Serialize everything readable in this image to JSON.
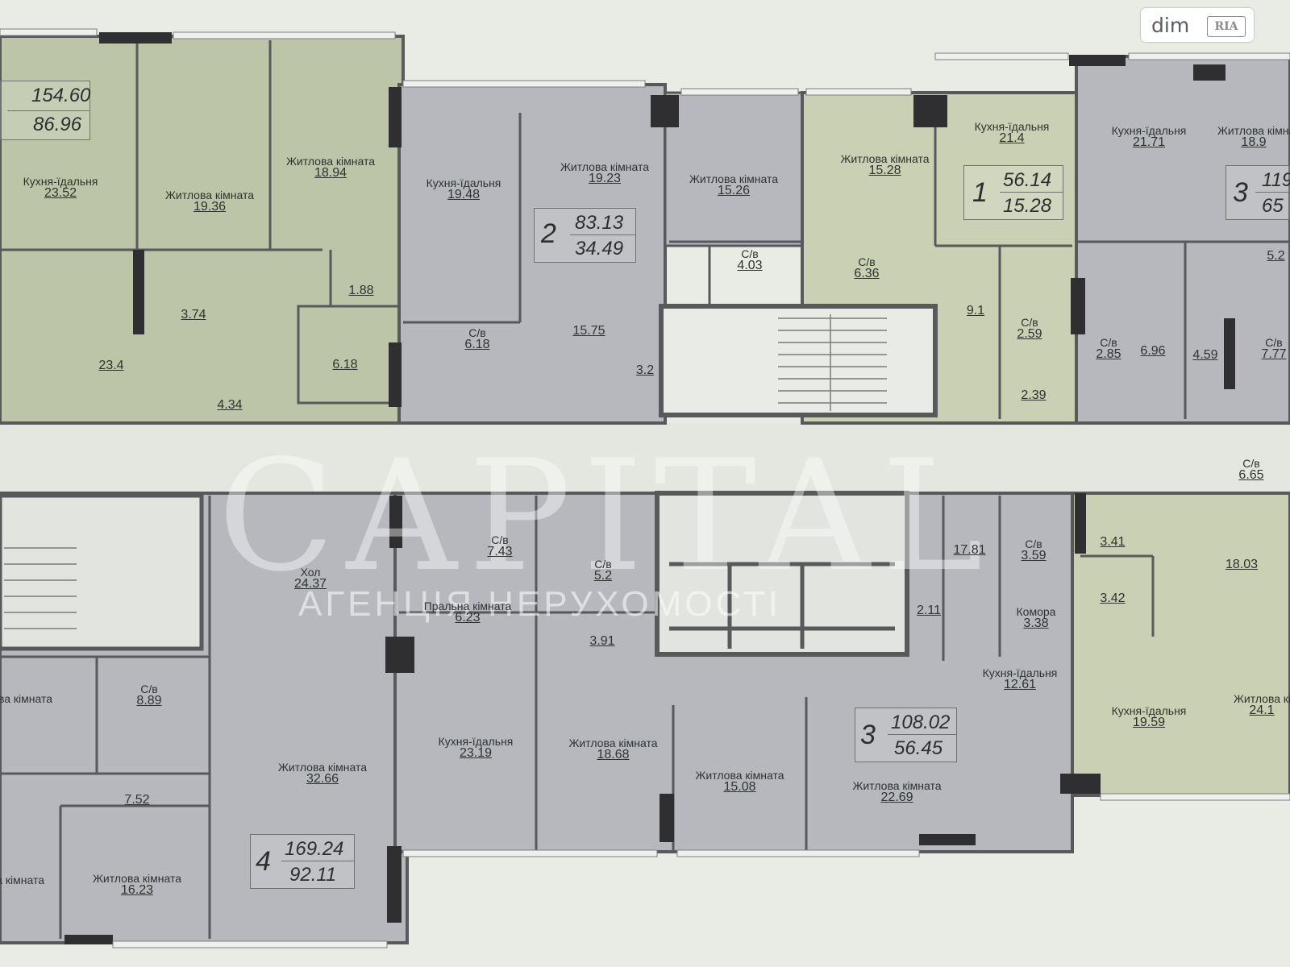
{
  "colors": {
    "background": "#e8ece5",
    "corridor": "#e3e7e0",
    "green_unit": "#bdc5a8",
    "grey_unit": "#b6b8bd",
    "green_light": "#c9d0b4",
    "wall": "#58595b",
    "column": "#2f2f31"
  },
  "logo": {
    "brand": "dim",
    "mark": "RIA"
  },
  "watermark": {
    "main": "CAPITAL",
    "sub": "АГЕНЦІЯ НЕРУХОМОСТІ"
  },
  "badges": [
    {
      "id": "apt-top-left",
      "rooms": "",
      "total": "154.60",
      "living": "86.96"
    },
    {
      "id": "apt-2",
      "rooms": "2",
      "total": "83.13",
      "living": "34.49"
    },
    {
      "id": "apt-1",
      "rooms": "1",
      "total": "56.14",
      "living": "15.28"
    },
    {
      "id": "apt-3-right",
      "rooms": "3",
      "total": "119",
      "living": "65"
    },
    {
      "id": "apt-3-bottom",
      "rooms": "3",
      "total": "108.02",
      "living": "56.45"
    },
    {
      "id": "apt-4",
      "rooms": "4",
      "total": "169.24",
      "living": "92.11"
    }
  ],
  "rooms": [
    {
      "name": "Кухня-їдальня",
      "area": "23.52"
    },
    {
      "name": "Житлова кімната",
      "area": "19.36"
    },
    {
      "name": "Житлова кімната",
      "area": "18.94"
    },
    {
      "name": "",
      "area": "3.74"
    },
    {
      "name": "",
      "area": "1.88"
    },
    {
      "name": "",
      "area": "23.4"
    },
    {
      "name": "",
      "area": "6.18"
    },
    {
      "name": "",
      "area": "4.34"
    },
    {
      "name": "Кухня-їдальня",
      "area": "19.48"
    },
    {
      "name": "Житлова кімната",
      "area": "19.23"
    },
    {
      "name": "Житлова кімната",
      "area": "15.26"
    },
    {
      "name": "С/в",
      "area": "4.03"
    },
    {
      "name": "С/в",
      "area": "6.36"
    },
    {
      "name": "",
      "area": "15.75"
    },
    {
      "name": "С/в",
      "area": "6.18"
    },
    {
      "name": "",
      "area": "3.2"
    },
    {
      "name": "Житлова кімната",
      "area": "15.28"
    },
    {
      "name": "Кухня-їдальня",
      "area": "21.4"
    },
    {
      "name": "",
      "area": "9.1"
    },
    {
      "name": "С/в",
      "area": "2.59"
    },
    {
      "name": "",
      "area": "2.39"
    },
    {
      "name": "Кухня-їдальня",
      "area": "21.71"
    },
    {
      "name": "Житлова кімната",
      "area": "18.9"
    },
    {
      "name": "С/в",
      "area": "2.85"
    },
    {
      "name": "",
      "area": "6.96"
    },
    {
      "name": "",
      "area": "4.59"
    },
    {
      "name": "С/в",
      "area": "7.77"
    },
    {
      "name": "",
      "area": "5.2"
    },
    {
      "name": "С/в",
      "area": "6.65"
    },
    {
      "name": "Хол",
      "area": "24.37"
    },
    {
      "name": "С/в",
      "area": "7.43"
    },
    {
      "name": "Пральна кімната",
      "area": "6.23"
    },
    {
      "name": "С/в",
      "area": "5.2"
    },
    {
      "name": "",
      "area": "3.91"
    },
    {
      "name": "",
      "area": "17.81"
    },
    {
      "name": "",
      "area": "2.11"
    },
    {
      "name": "С/в",
      "area": "3.59"
    },
    {
      "name": "Комора",
      "area": "3.38"
    },
    {
      "name": "",
      "area": "3.41"
    },
    {
      "name": "",
      "area": "3.42"
    },
    {
      "name": "",
      "area": "18.03"
    },
    {
      "name": "С/в",
      "area": "8.89"
    },
    {
      "name": "Кухня-їдальня",
      "area": "23.19"
    },
    {
      "name": "Житлова кімната",
      "area": "18.68"
    },
    {
      "name": "Кухня-їдальня",
      "area": "12.61"
    },
    {
      "name": "Житлова кімната",
      "area": "32.66"
    },
    {
      "name": "Житлова кімната",
      "area": "15.08"
    },
    {
      "name": "Житлова кімната",
      "area": "22.69"
    },
    {
      "name": "Кухня-їдальня",
      "area": "19.59"
    },
    {
      "name": "Житлова кімната",
      "area": "24.1"
    },
    {
      "name": "",
      "area": "7.52"
    },
    {
      "name": "Житлова кімната",
      "area": "16.23"
    },
    {
      "name": "Житлова кімната",
      "area": ""
    },
    {
      "name": "Житлова кімната",
      "area": ""
    }
  ]
}
